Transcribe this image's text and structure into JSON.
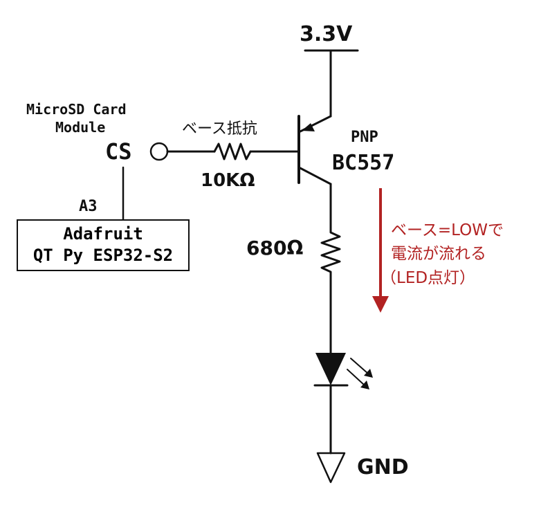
{
  "supply": {
    "label": "3.3V"
  },
  "ground": {
    "label": "GND"
  },
  "transistor": {
    "type_label": "PNP",
    "part_label": "BC557"
  },
  "base_resistor": {
    "caption": "ベース抵抗",
    "value": "10KΩ"
  },
  "led_resistor": {
    "value": "680Ω"
  },
  "module": {
    "title_line1": "MicroSD Card",
    "title_line2": "Module",
    "pin": "CS"
  },
  "mcu": {
    "pin": "A3",
    "name_line1": "Adafruit",
    "name_line2": "QT Py ESP32-S2"
  },
  "annotation": {
    "line1": "ベース=LOWで",
    "line2": "電流が流れる",
    "line3": "（LED点灯）",
    "color": "#b22222"
  },
  "colors": {
    "wire": "#111111",
    "arrow": "#b22222"
  }
}
